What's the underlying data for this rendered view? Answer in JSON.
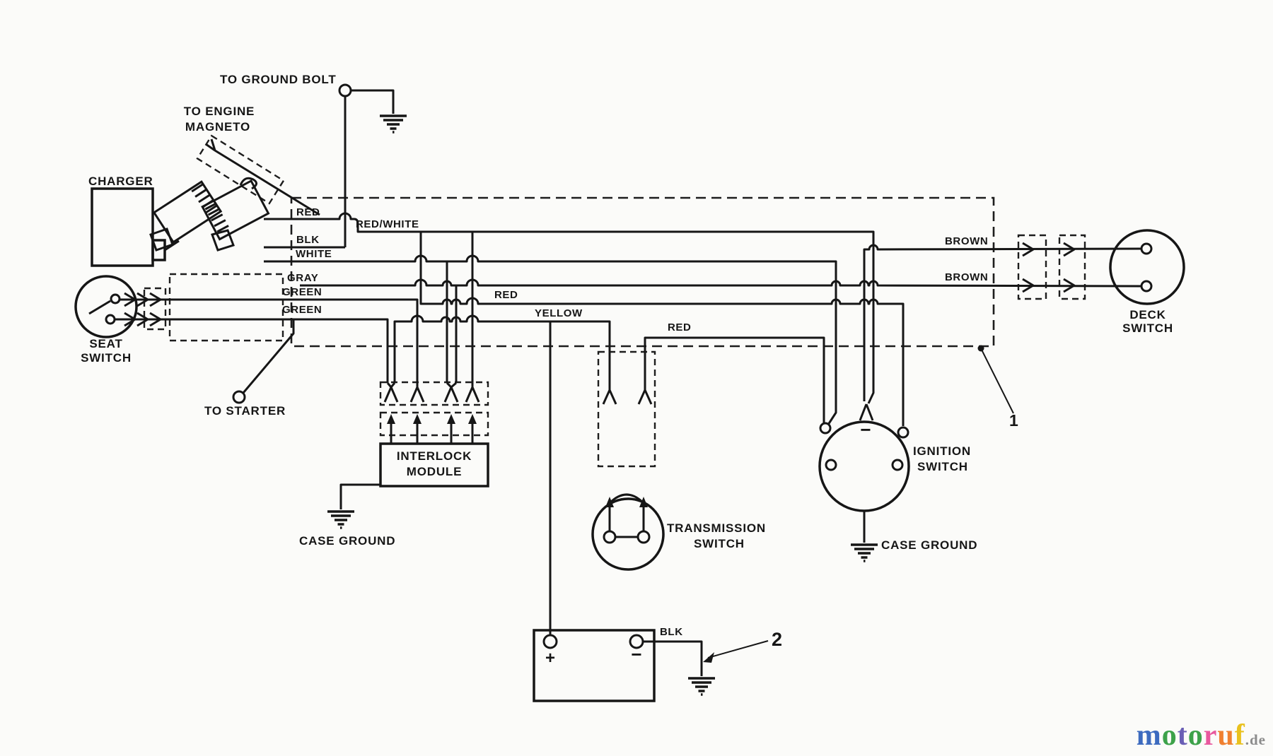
{
  "page": {
    "background": "#fbfbf9",
    "line_color": "#161616"
  },
  "labels": {
    "ground_bolt": "TO GROUND BOLT",
    "engine_magneto_line1": "TO ENGINE",
    "engine_magneto_line2": "MAGNETO",
    "charger": "CHARGER",
    "seat_switch_line1": "SEAT",
    "seat_switch_line2": "SWITCH",
    "to_starter": "TO STARTER",
    "interlock_line1": "INTERLOCK",
    "interlock_line2": "MODULE",
    "case_ground_interlock": "CASE GROUND",
    "transmission_line1": "TRANSMISSION",
    "transmission_line2": "SWITCH",
    "ignition_line1": "IGNITION",
    "ignition_line2": "SWITCH",
    "case_ground_ignition": "CASE GROUND",
    "deck_line1": "DECK",
    "deck_line2": "SWITCH"
  },
  "wire_labels": {
    "red": "RED",
    "red_white": "RED/WHITE",
    "black": "BLK",
    "white": "WHITE",
    "gray": "GRAY",
    "green_upper": "GREEN",
    "green_lower": "GREEN",
    "red_mid": "RED",
    "yellow": "YELLOW",
    "red_lower": "RED",
    "brown_upper": "BROWN",
    "brown_lower": "BROWN",
    "black_battery": "BLK"
  },
  "battery": {
    "positive": "+",
    "negative": "−"
  },
  "ignition": {
    "negative_mark": "−"
  },
  "callouts": {
    "harness": "1",
    "battery_ground": "2"
  },
  "watermark": {
    "letters": [
      {
        "ch": "m",
        "color": "#3d6bbf"
      },
      {
        "ch": "o",
        "color": "#3da24a"
      },
      {
        "ch": "t",
        "color": "#6a5fb5"
      },
      {
        "ch": "o",
        "color": "#3da24a"
      },
      {
        "ch": "r",
        "color": "#e8589e"
      },
      {
        "ch": "u",
        "color": "#f08030"
      },
      {
        "ch": "f",
        "color": "#e9c11e"
      }
    ],
    "suffix": ".de",
    "suffix_color": "#8c8c8c"
  }
}
